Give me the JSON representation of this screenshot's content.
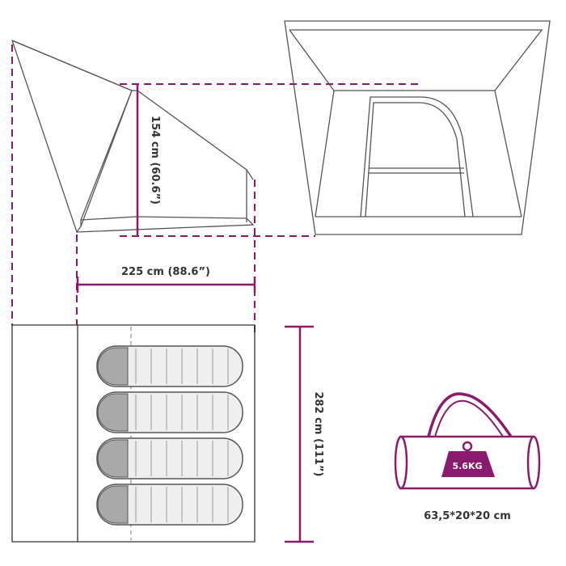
{
  "labels": {
    "height": "154 cm (60.6”)",
    "width": "225 cm (88.6”)",
    "length": "282 cm (111”)",
    "weight": "5.6KG",
    "bag_size": "63,5*20*20 cm"
  },
  "colors": {
    "accent": "#8a1a6e",
    "outline": "#555555",
    "floor": "#333333",
    "bag_fill": "#efefef",
    "bag_head": "#a9a9a9"
  },
  "sleeping_bags": {
    "count": 4
  }
}
